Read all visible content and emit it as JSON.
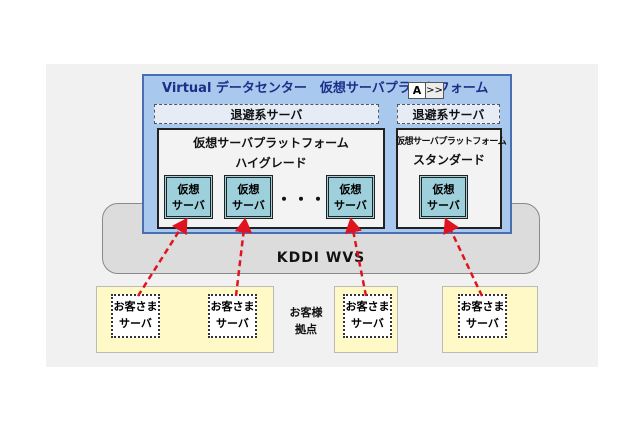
{
  "datacenter": {
    "title": "Virtual データセンター　仮想サーバプラットフォーム",
    "toolbar": {
      "a_label": "A",
      "more_label": ">>"
    }
  },
  "network": {
    "label": "KDDI WVS"
  },
  "evacuation_left": {
    "label": "退避系サーバ"
  },
  "evacuation_right": {
    "label": "退避系サーバ"
  },
  "platform_highgrade": {
    "title": "仮想サーバプラットフォーム",
    "subtitle": "ハイグレード"
  },
  "platform_standard": {
    "title": "仮想サーバプラットフォーム",
    "subtitle": "スタンダード"
  },
  "virtual_servers": [
    {
      "line1": "仮想",
      "line2": "サーバ"
    },
    {
      "line1": "仮想",
      "line2": "サーバ"
    },
    {
      "line1": "仮想",
      "line2": "サーバ"
    },
    {
      "line1": "仮想",
      "line2": "サーバ"
    }
  ],
  "ellipsis": "・・・・・",
  "customer_sites": {
    "label_line1": "お客様",
    "label_line2": "拠点"
  },
  "customer_servers": [
    {
      "line1": "お客さま",
      "line2": "サーバ"
    },
    {
      "line1": "お客さま",
      "line2": "サーバ"
    },
    {
      "line1": "お客さま",
      "line2": "サーバ"
    },
    {
      "line1": "お客さま",
      "line2": "サーバ"
    }
  ],
  "colors": {
    "datacenter_fill": "#a9c8ee",
    "title_text": "#1b2f87",
    "virtual_server_fill": "#9ed0dc",
    "customer_site_fill": "#fff9c8",
    "connection_arrow": "#e0141e"
  }
}
